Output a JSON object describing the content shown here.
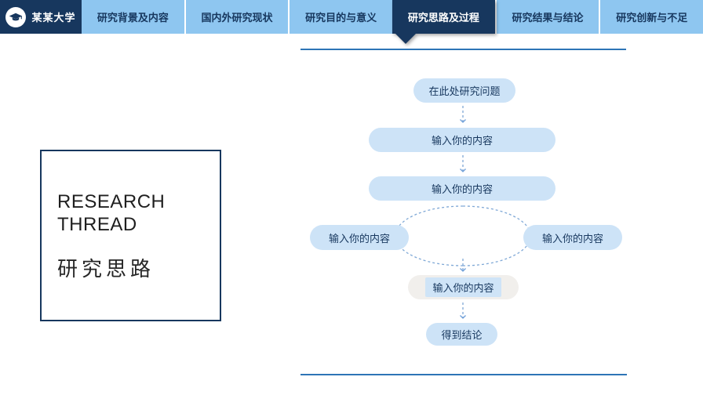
{
  "header": {
    "university": "某某大学",
    "logo_icon": "graduation-cap-icon",
    "tabs": [
      {
        "label": "研究背景及内容",
        "active": false
      },
      {
        "label": "国内外研究现状",
        "active": false
      },
      {
        "label": "研究目的与意义",
        "active": false
      },
      {
        "label": "研究思路及过程",
        "active": true
      },
      {
        "label": "研究结果与结论",
        "active": false
      },
      {
        "label": "研究创新与不足",
        "active": false
      }
    ]
  },
  "title_box": {
    "en_line1": "RESEARCH",
    "en_line2": "THREAD",
    "zh": "研究思路"
  },
  "flowchart": {
    "step1": "在此处研究问题",
    "step2": "输入你的内容",
    "step3": "输入你的内容",
    "branch_left": "输入你的内容",
    "branch_right": "输入你的内容",
    "step4": "输入你的内容",
    "conclusion": "得到结论"
  },
  "colors": {
    "navy": "#17375e",
    "nav_blue": "#8ec6f0",
    "pill_blue": "#cde3f7",
    "pill_gray": "#f1efec",
    "highlight_blue": "#cfe4f7",
    "rule_blue": "#2e75b6",
    "connector_blue": "#7fa8d6"
  }
}
